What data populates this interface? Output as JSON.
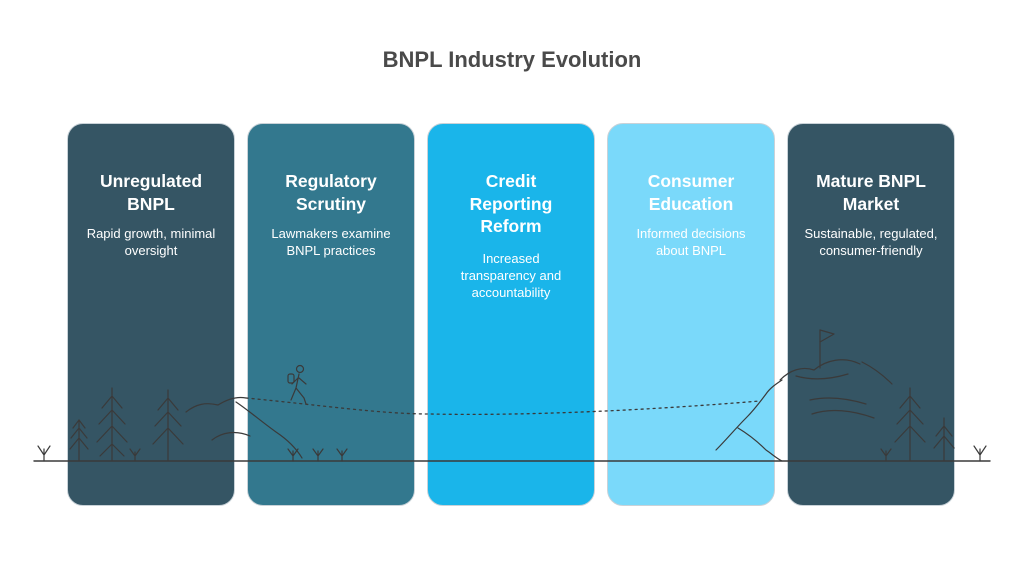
{
  "title": "BNPL Industry Evolution",
  "stages": [
    {
      "title_lines": [
        "Unregulated",
        "BNPL"
      ],
      "desc_lines": [
        "Rapid growth, minimal",
        "oversight"
      ],
      "bg": "#355564",
      "text_color": "#ffffff"
    },
    {
      "title_lines": [
        "Regulatory",
        "Scrutiny"
      ],
      "desc_lines": [
        "Lawmakers examine",
        "BNPL practices"
      ],
      "bg": "#33788e",
      "text_color": "#ffffff"
    },
    {
      "title_lines": [
        "Credit",
        "Reporting",
        "Reform"
      ],
      "desc_lines": [
        "Increased",
        "transparency and",
        "accountability"
      ],
      "bg": "#1ab5ea",
      "text_color": "#ffffff"
    },
    {
      "title_lines": [
        "Consumer",
        "Education"
      ],
      "desc_lines": [
        "Informed decisions",
        "about BNPL"
      ],
      "bg": "#7ad9fa",
      "text_color": "#ffffff"
    },
    {
      "title_lines": [
        "Mature BNPL",
        "Market"
      ],
      "desc_lines": [
        "Sustainable, regulated,",
        "consumer-friendly"
      ],
      "bg": "#355564",
      "text_color": "#ffffff"
    }
  ],
  "scene_icons": [
    "pine-tree-icon",
    "grass-tuft-icon",
    "hill-icon",
    "hiker-icon",
    "mountain-icon",
    "flag-icon"
  ],
  "line_color": "#3a3a3a"
}
